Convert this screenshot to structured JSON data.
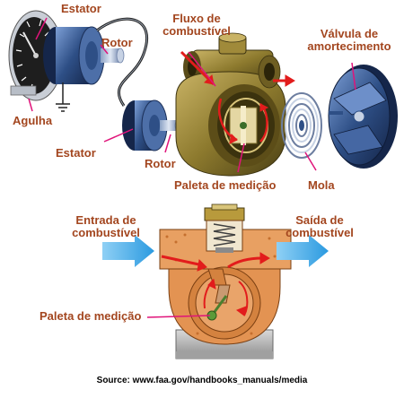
{
  "labels": {
    "estator_top": "Estator",
    "rotor_top": "Rotor",
    "agulha": "Agulha",
    "estator_bottom": "Estator",
    "rotor_bottom": "Rotor",
    "fluxo_line1": "Fluxo de",
    "fluxo_line2": "combustível",
    "valvula_line1": "Válvula de",
    "valvula_line2": "amortecimento",
    "paleta_top": "Paleta de medição",
    "mola": "Mola",
    "entrada_line1": "Entrada de",
    "entrada_line2": "combustível",
    "saida_line1": "Saída de",
    "saida_line2": "combustível",
    "paleta_bottom": "Paleta de medição"
  },
  "source": "Source: www.faa.gov/handbooks_manuals/media",
  "colors": {
    "label": "#a3461f",
    "leader": "#e0147a",
    "flow_arrow": "#e21c1c",
    "inlet_outlet_arrow": "#3fa9e8",
    "brass": "#8d7a2e",
    "stator_blue": "#2e4f86",
    "cutaway_orange": "#e39352"
  }
}
